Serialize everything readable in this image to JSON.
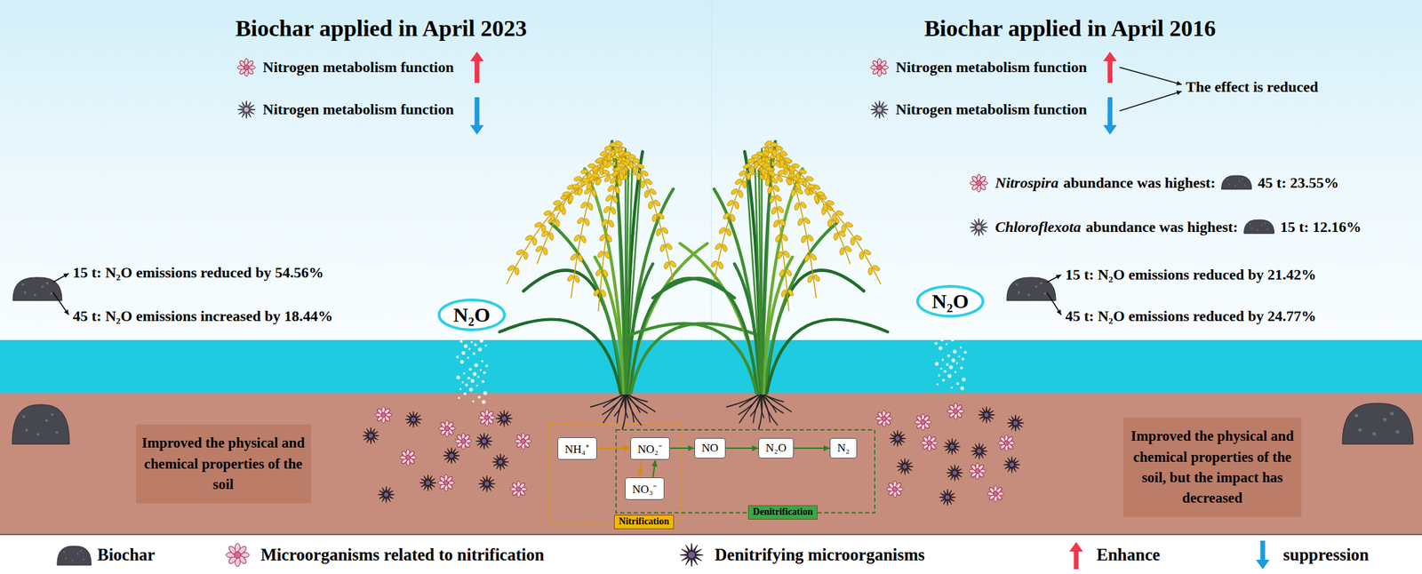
{
  "diagram": {
    "nodes": [
      {
        "text": [
          "N₂O"
        ]
      },
      {
        "text": [
          "Improved the physical and chemical properties of the soil"
        ]
      },
      {
        "text": [
          "NH₄⁺"
        ]
      },
      {
        "text": [
          "NO₂⁻"
        ]
      },
      {
        "text": [
          "NO₃⁻"
        ]
      },
      {
        "text": [
          "NO"
        ]
      },
      {
        "text": [
          "N₂O"
        ]
      },
      {
        "text": [
          "N₂"
        ]
      },
      {
        "text": [
          "N₂O"
        ]
      },
      {
        "text": [
          "Improved the physical and chemical properties of the soil, but the impact has decreased"
        ]
      }
    ],
    "edges": [
      {
        "from": 2,
        "to": 3,
        "arrow": "to"
      },
      {
        "from": 3,
        "to": 4,
        "arrow": "to"
      },
      {
        "from": 4,
        "to": 3,
        "arrow": "to"
      },
      {
        "from": 3,
        "to": 5,
        "arrow": "to"
      },
      {
        "from": 5,
        "to": 6,
        "arrow": "to"
      },
      {
        "from": 6,
        "to": 7,
        "arrow": "to"
      }
    ],
    "labels": [
      "Biochar applied in April 2023",
      "Biochar applied in April 2016",
      "Nitrogen metabolism function",
      "Nitrogen metabolism function",
      "Nitrogen metabolism function",
      "Nitrogen metabolism function",
      "The effect is reduced",
      "Nitrospira",
      "abundance was highest:",
      "45 t: 23.55%",
      "Chloroflexota",
      "abundance was highest:",
      "15 t: 12.16%",
      "15 t: N₂O emissions reduced by 54.56%",
      "45 t: N₂O emissions increased by 18.44%",
      "15 t: N₂O emissions reduced by 21.42%",
      "45 t: N₂O emissions reduced by 24.77%",
      "Nitrification",
      "Denitrification"
    ],
    "legend": [
      {
        "text": "Biochar"
      },
      {
        "text": "Microorganisms related to nitrification"
      },
      {
        "text": "Denitrifying microorganisms"
      },
      {
        "text": "Enhance"
      },
      {
        "text": "suppression"
      }
    ]
  }
}
